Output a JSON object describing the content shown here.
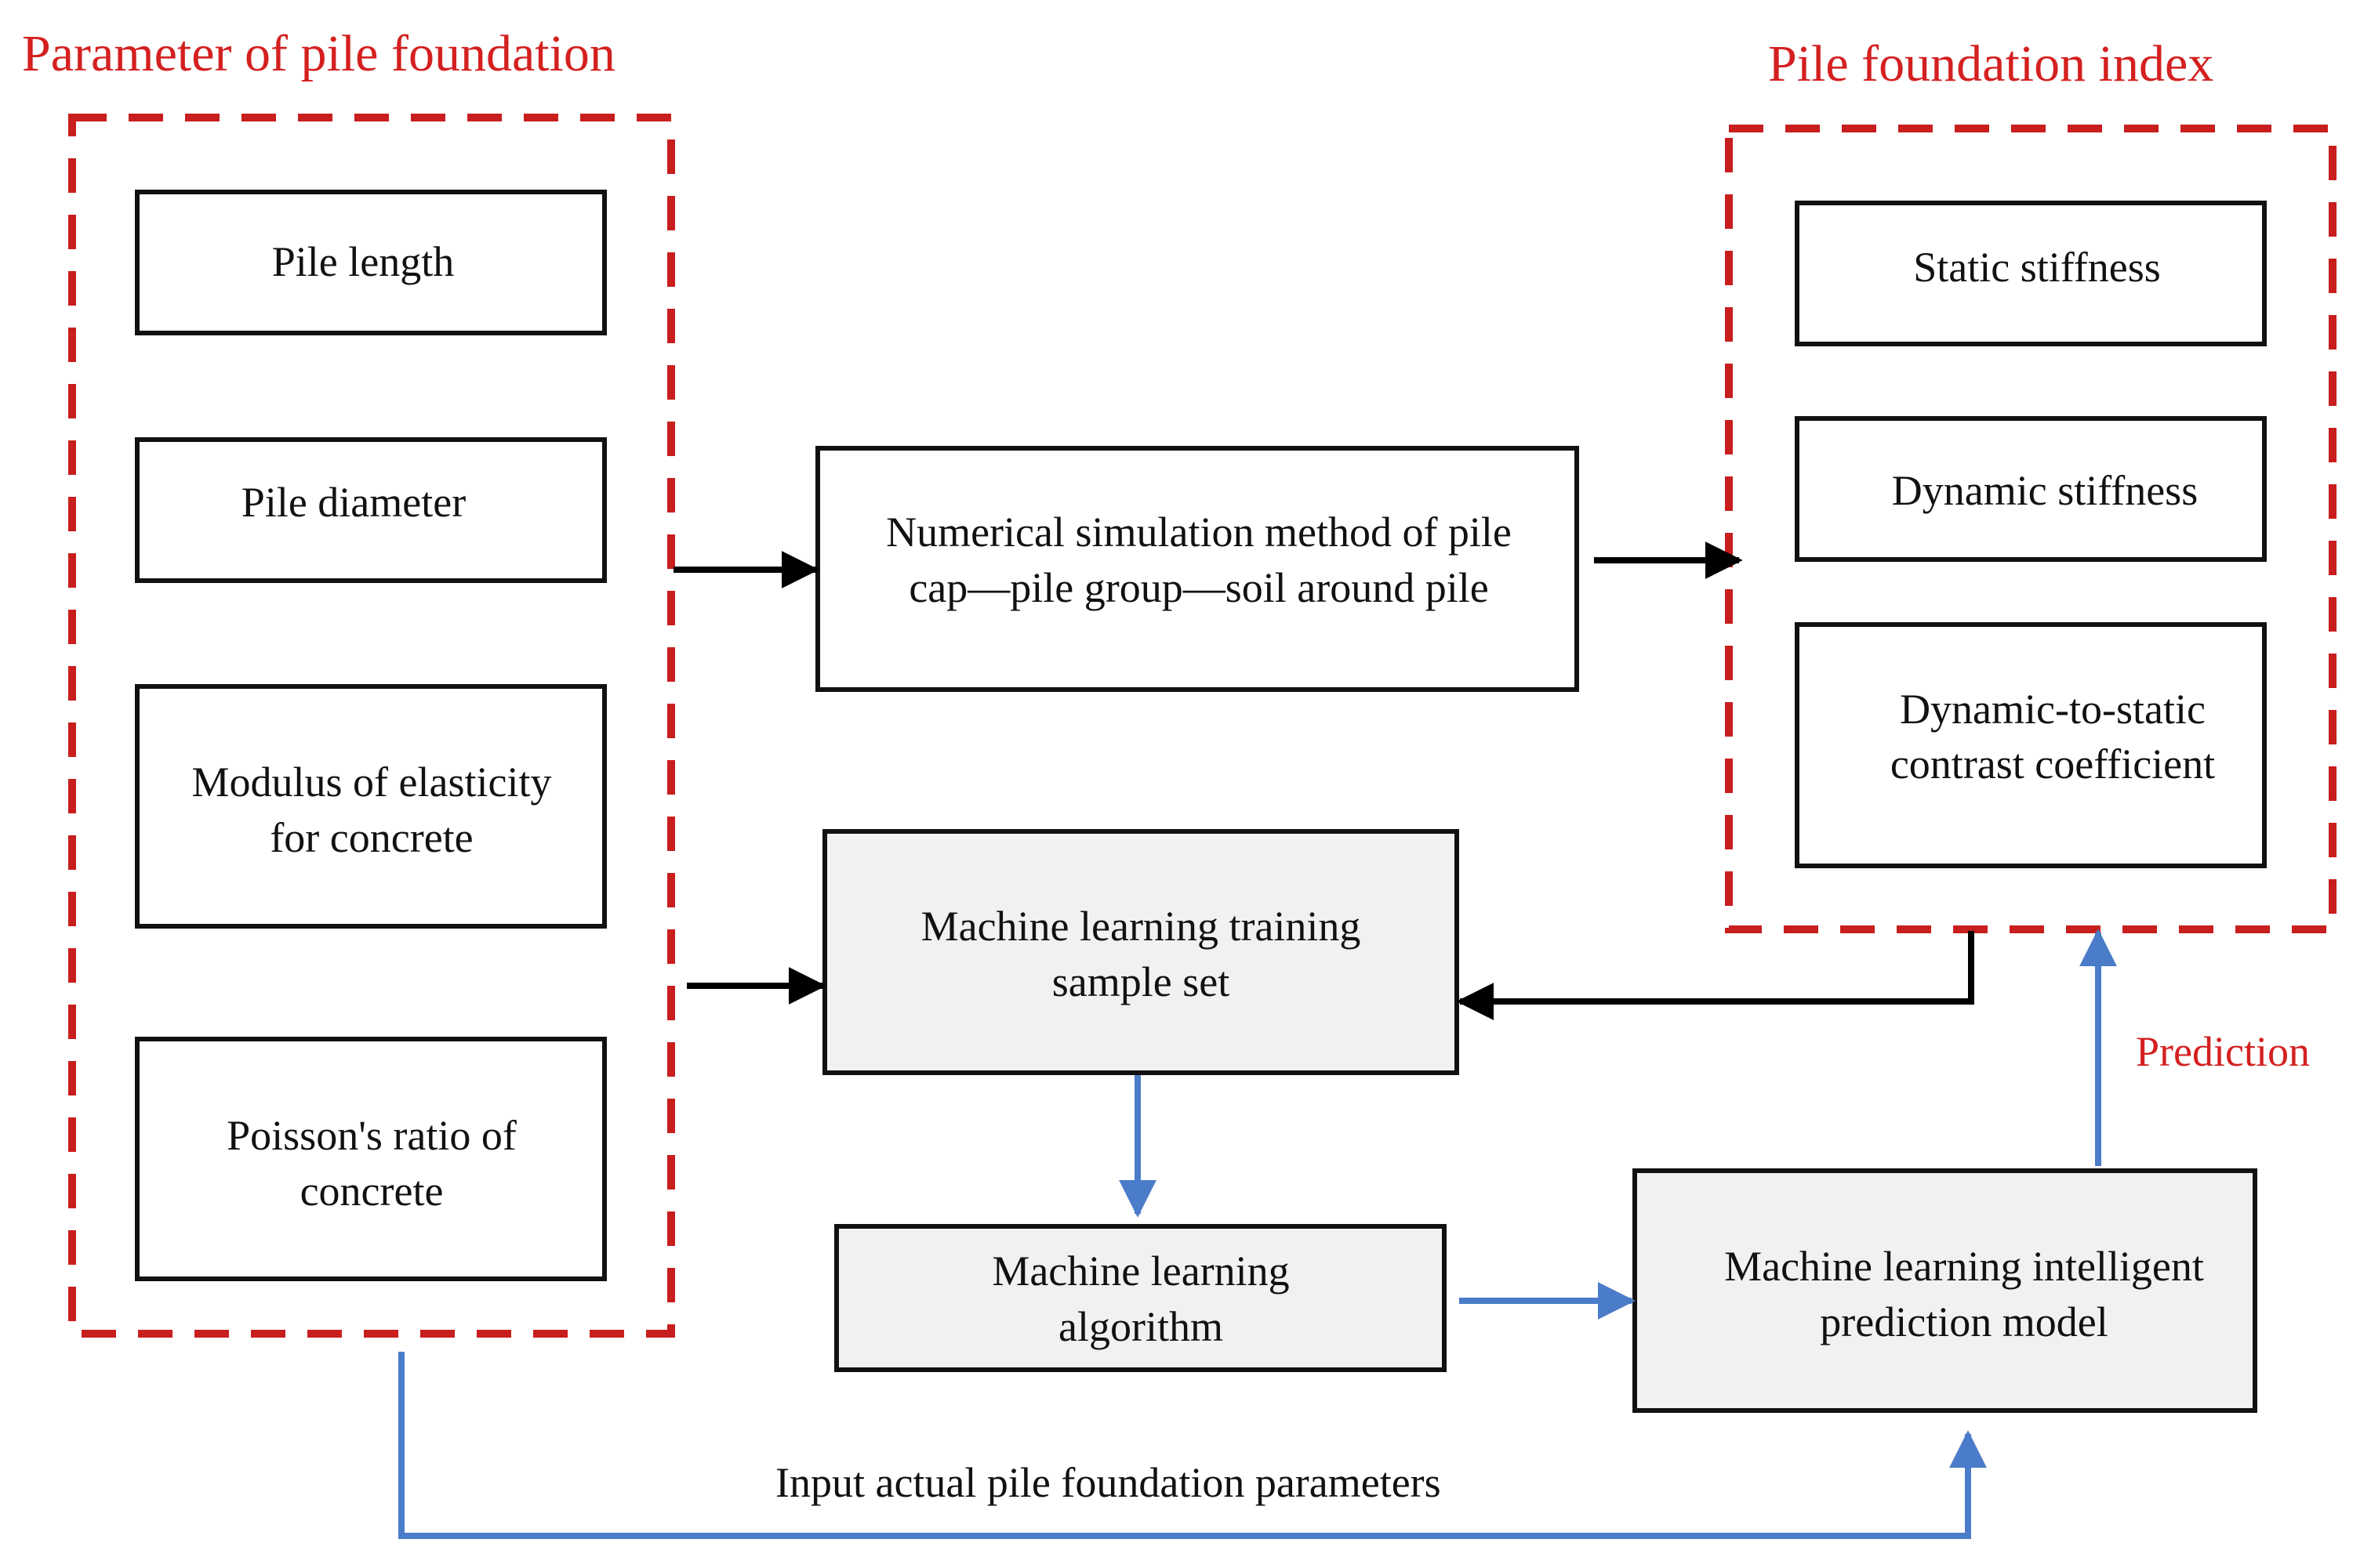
{
  "groups": {
    "parameters": {
      "title": "Parameter of pile foundation"
    },
    "indices": {
      "title": "Pile foundation index"
    }
  },
  "parameters": [
    {
      "lines": [
        "Pile length"
      ]
    },
    {
      "lines": [
        "Pile diameter"
      ]
    },
    {
      "lines": [
        "Modulus of elasticity",
        "for concrete"
      ]
    },
    {
      "lines": [
        "Poisson's ratio of",
        "concrete"
      ]
    }
  ],
  "simulation": {
    "lines": [
      "Numerical simulation method of pile",
      "cap—pile group—soil around pile"
    ]
  },
  "indices": [
    {
      "lines": [
        "Static stiffness"
      ]
    },
    {
      "lines": [
        "Dynamic stiffness"
      ]
    },
    {
      "lines": [
        "Dynamic-to-static",
        "contrast coefficient"
      ]
    }
  ],
  "ml": {
    "training": {
      "lines": [
        "Machine learning training",
        "sample set"
      ]
    },
    "algorithm": {
      "lines": [
        "Machine learning",
        "algorithm"
      ]
    },
    "model": {
      "lines": [
        "Machine learning intelligent",
        "prediction model"
      ]
    }
  },
  "labels": {
    "prediction": "Prediction",
    "input": "Input actual pile foundation parameters"
  },
  "colors": {
    "group_border": "#c81e1e",
    "group_title": "#d42020",
    "flow_black": "#000000",
    "flow_blue": "#4a7cc9",
    "shaded_box": "#f1f1f1"
  }
}
